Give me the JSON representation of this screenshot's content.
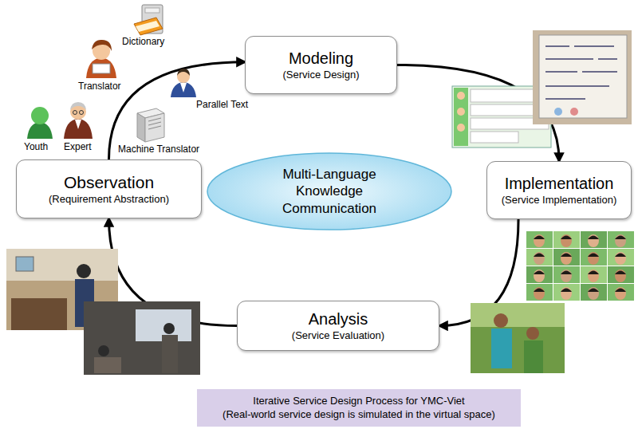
{
  "diagram": {
    "nodes": [
      {
        "text": [
          "Modeling",
          "(Service Design)"
        ]
      },
      {
        "text": [
          "Observation",
          "(Requirement Abstraction)"
        ]
      },
      {
        "text": [
          "Multi-Language Knowledge Communication"
        ]
      },
      {
        "text": [
          "Implementation",
          "(Service Implementation)"
        ]
      },
      {
        "text": [
          "Analysis",
          "(Service Evaluation)"
        ]
      },
      {
        "text": [
          "Iterative Service Design Process for YMC-Viet",
          "(Real-world service design is simulated in the virtual space)"
        ]
      }
    ],
    "edges": [
      {
        "from": 0,
        "to": 3,
        "arrow": "to"
      },
      {
        "from": 3,
        "to": 4,
        "arrow": "to"
      },
      {
        "from": 4,
        "to": 1,
        "arrow": "to"
      },
      {
        "from": 1,
        "to": 0,
        "arrow": "to"
      }
    ],
    "labels": [
      "Dictionary",
      "Translator",
      "Parallel Text",
      "Youth",
      "Expert",
      "Machine Translator"
    ]
  }
}
